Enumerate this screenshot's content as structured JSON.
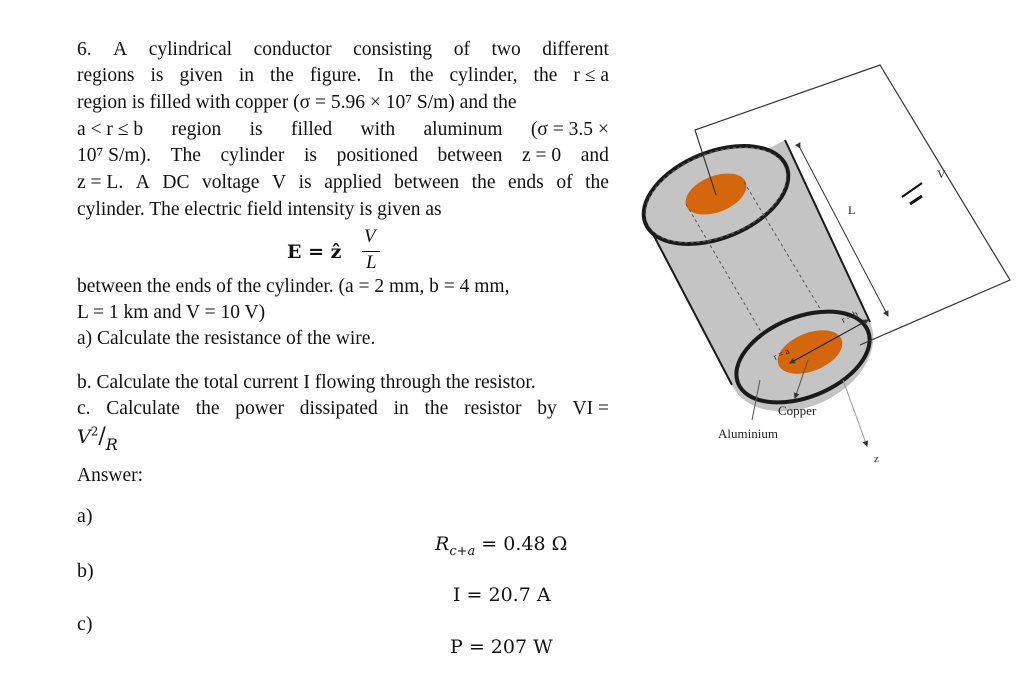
{
  "problem": {
    "lines": [
      [
        "6.",
        "A",
        "cylindrical",
        "conductor",
        "consisting",
        "of",
        "two",
        "different"
      ],
      [
        "regions",
        "is",
        "given",
        "in",
        "the",
        "figure.",
        "In",
        "the",
        "cylinder,",
        "the",
        "r ≤ a"
      ],
      [
        "region is filled with copper (σ = 5.96 × 10⁷ S/m) and the"
      ],
      [
        "a < r ≤ b",
        "region",
        "is",
        "filled",
        "with",
        "aluminum",
        "(σ = 3.5 ×"
      ],
      [
        "10⁷ S/m).",
        "The",
        "cylinder",
        "is",
        "positioned",
        "between",
        "z = 0",
        "and"
      ],
      [
        "z = L.",
        "A",
        "DC",
        "voltage",
        "V",
        "is",
        "applied",
        "between",
        "the",
        "ends",
        "of",
        "the"
      ],
      [
        "cylinder. The electric field intensity is given as"
      ]
    ],
    "formula": {
      "lhs": "E = ẑ",
      "numerator": "V",
      "denominator": "L"
    },
    "line_after_formula_1": "between the ends of the cylinder. (a = 2 mm, b = 4 mm,",
    "line_after_formula_2": "L = 1 km and V = 10 V)",
    "part_a": "a) Calculate the resistance of the wire.",
    "part_b": "b. Calculate the total current I flowing through the resistor.",
    "part_c_words": [
      "c.",
      "Calculate",
      "the",
      "power",
      "dissipated",
      "in",
      "the",
      "resistor",
      "by",
      "VI ="
    ],
    "part_c_tail": {
      "base": "V",
      "exp": "2",
      "slash": "/",
      "den": "R"
    },
    "answer_heading": "Answer:"
  },
  "answers": [
    {
      "label": "a)",
      "value": "R",
      "sub": "c+a",
      "rest": " = 0.48 Ω"
    },
    {
      "label": "b)",
      "value": "I = 20.7 A"
    },
    {
      "label": "c)",
      "value": "P = 207 W"
    }
  ],
  "figure": {
    "labels": {
      "L": "L",
      "V": "V",
      "r_eq_b": "r = b",
      "r_eq_a": "r = a",
      "copper": "Copper",
      "aluminium": "Aluminium",
      "z": "z"
    },
    "colors": {
      "cylinder": "#c4c4c4",
      "copper": "#d4670e",
      "outline": "#1a1a1a",
      "dashed": "#555555"
    }
  }
}
